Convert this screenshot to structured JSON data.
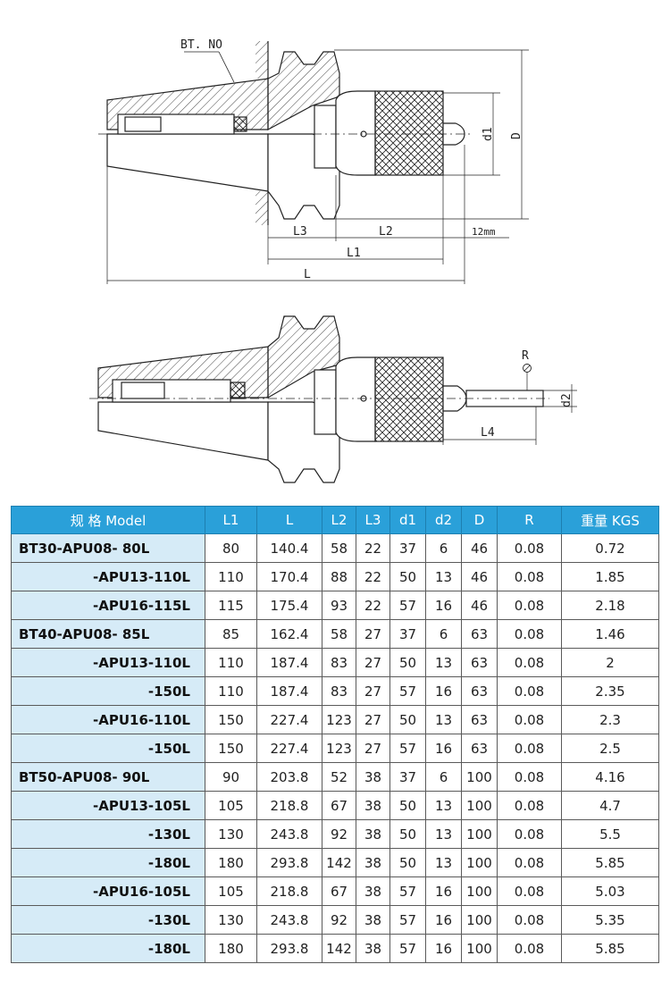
{
  "drawing": {
    "labels": {
      "bt_no": "BT. NO",
      "l": "L",
      "l1": "L1",
      "l2": "L2",
      "l3": "L3",
      "d1": "d1",
      "big_d": "D",
      "gap": "12mm",
      "r": "R",
      "d2": "d2",
      "l4": "L4"
    }
  },
  "table": {
    "headers": [
      "规 格  Model",
      "L1",
      "L",
      "L2",
      "L3",
      "d1",
      "d2",
      "D",
      "R",
      "重量 KGS"
    ],
    "rows": [
      [
        "BT30-APU08- 80L",
        "80",
        "140.4",
        "58",
        "22",
        "37",
        "6",
        "46",
        "0.08",
        "0.72"
      ],
      [
        "-APU13-110L",
        "110",
        "170.4",
        "88",
        "22",
        "50",
        "13",
        "46",
        "0.08",
        "1.85"
      ],
      [
        "-APU16-115L",
        "115",
        "175.4",
        "93",
        "22",
        "57",
        "16",
        "46",
        "0.08",
        "2.18"
      ],
      [
        "BT40-APU08- 85L",
        "85",
        "162.4",
        "58",
        "27",
        "37",
        "6",
        "63",
        "0.08",
        "1.46"
      ],
      [
        "-APU13-110L",
        "110",
        "187.4",
        "83",
        "27",
        "50",
        "13",
        "63",
        "0.08",
        "2"
      ],
      [
        "-150L",
        "110",
        "187.4",
        "83",
        "27",
        "57",
        "16",
        "63",
        "0.08",
        "2.35"
      ],
      [
        "-APU16-110L",
        "150",
        "227.4",
        "123",
        "27",
        "50",
        "13",
        "63",
        "0.08",
        "2.3"
      ],
      [
        "-150L",
        "150",
        "227.4",
        "123",
        "27",
        "57",
        "16",
        "63",
        "0.08",
        "2.5"
      ],
      [
        "BT50-APU08- 90L",
        "90",
        "203.8",
        "52",
        "38",
        "37",
        "6",
        "100",
        "0.08",
        "4.16"
      ],
      [
        "-APU13-105L",
        "105",
        "218.8",
        "67",
        "38",
        "50",
        "13",
        "100",
        "0.08",
        "4.7"
      ],
      [
        "-130L",
        "130",
        "243.8",
        "92",
        "38",
        "50",
        "13",
        "100",
        "0.08",
        "5.5"
      ],
      [
        "-180L",
        "180",
        "293.8",
        "142",
        "38",
        "50",
        "13",
        "100",
        "0.08",
        "5.85"
      ],
      [
        "-APU16-105L",
        "105",
        "218.8",
        "67",
        "38",
        "57",
        "16",
        "100",
        "0.08",
        "5.03"
      ],
      [
        "-130L",
        "130",
        "243.8",
        "92",
        "38",
        "57",
        "16",
        "100",
        "0.08",
        "5.35"
      ],
      [
        "-180L",
        "180",
        "293.8",
        "142",
        "38",
        "57",
        "16",
        "100",
        "0.08",
        "5.85"
      ]
    ]
  }
}
